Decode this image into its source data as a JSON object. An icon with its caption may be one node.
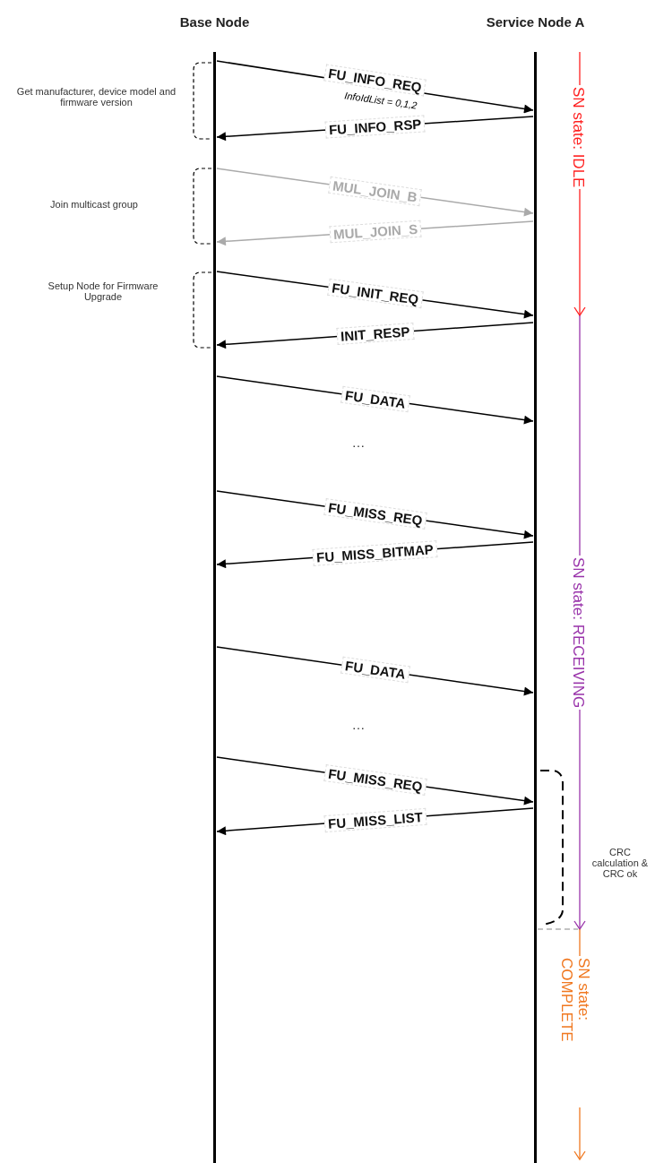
{
  "diagram": {
    "nodes": [
      {
        "text": [
          "Base Node"
        ]
      },
      {
        "text": [
          "Service Node A"
        ]
      }
    ],
    "edges": [
      {
        "from": 0,
        "to": 1,
        "arrow": "to",
        "label": "FU_INFO_REQ"
      },
      {
        "from": 1,
        "to": 0,
        "arrow": "to",
        "label": "FU_INFO_RSP"
      },
      {
        "from": 0,
        "to": 1,
        "arrow": "to",
        "label": "MUL_JOIN_B",
        "color": "#aaaaaa"
      },
      {
        "from": 1,
        "to": 0,
        "arrow": "to",
        "label": "MUL_JOIN_S",
        "color": "#aaaaaa"
      },
      {
        "from": 0,
        "to": 1,
        "arrow": "to",
        "label": "FU_INIT_REQ"
      },
      {
        "from": 1,
        "to": 0,
        "arrow": "to",
        "label": "INIT_RESP"
      },
      {
        "from": 0,
        "to": 1,
        "arrow": "to",
        "label": "FU_DATA"
      },
      {
        "from": 0,
        "to": 1,
        "arrow": "to",
        "label": "FU_MISS_REQ"
      },
      {
        "from": 1,
        "to": 0,
        "arrow": "to",
        "label": "FU_MISS_BITMAP"
      },
      {
        "from": 0,
        "to": 1,
        "arrow": "to",
        "label": "FU_DATA"
      },
      {
        "from": 0,
        "to": 1,
        "arrow": "to",
        "label": "FU_MISS_REQ"
      },
      {
        "from": 1,
        "to": 0,
        "arrow": "to",
        "label": "FU_MISS_LIST"
      }
    ],
    "labels": [
      "Get manufacturer, device model and firmware version",
      "InfoIdList = 0,1,2",
      "SN state: IDLE",
      "Join multicast group",
      "Setup Node for Firmware Upgrade",
      "…",
      "SN state: RECEIVING",
      "…",
      "CRC calculation & CRC ok",
      "SN state: COMPLETE"
    ]
  }
}
